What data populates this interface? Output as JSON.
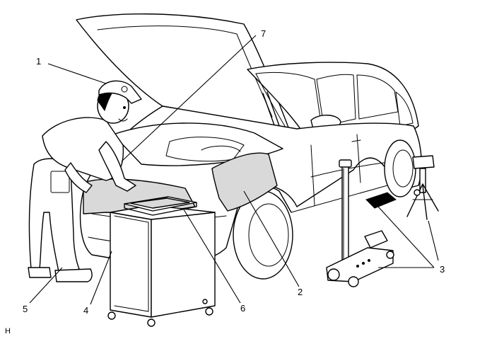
{
  "callouts": [
    {
      "id": "1",
      "label": "1"
    },
    {
      "id": "2",
      "label": "2"
    },
    {
      "id": "3",
      "label": "3"
    },
    {
      "id": "4",
      "label": "4"
    },
    {
      "id": "5",
      "label": "5"
    },
    {
      "id": "6",
      "label": "6"
    },
    {
      "id": "7",
      "label": "7"
    }
  ],
  "corner_mark": "H",
  "colors": {
    "line": "#000000",
    "cover_fill": "#d9d9d9",
    "background": "#ffffff"
  }
}
